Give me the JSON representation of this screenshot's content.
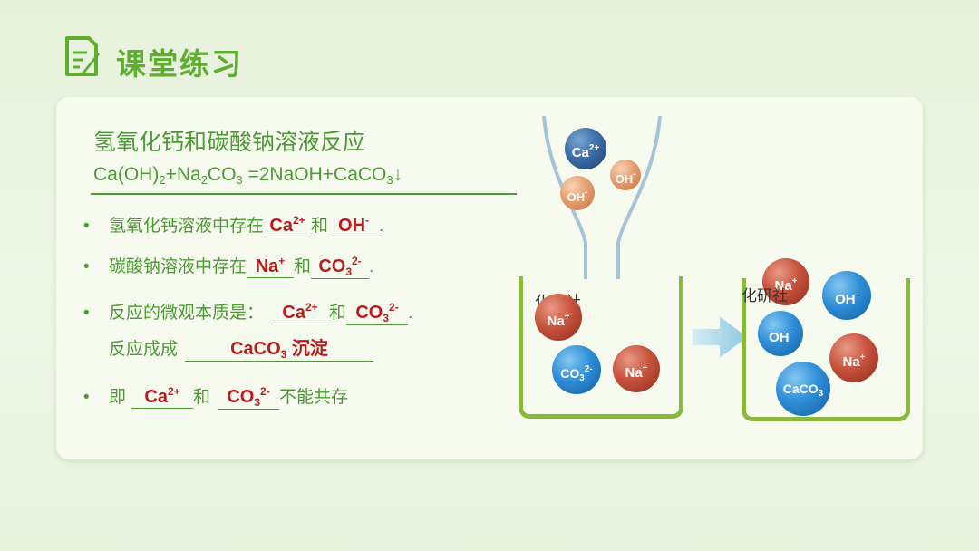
{
  "header": {
    "title": "课堂练习",
    "logo_icon": "notes-pencil-icon"
  },
  "content": {
    "heading": "氢氧化钙和碳酸钠溶液反应",
    "equation": {
      "part1": "Ca(OH)",
      "sub1": "2",
      "part2": "+Na",
      "sub2": "2",
      "part3": "CO",
      "sub3": "3",
      "part4": " =2NaOH+CaCO",
      "sub4": "3",
      "part5": "↓"
    },
    "bullet": "•",
    "q1": {
      "text": "氢氧化钙溶液中存在",
      "a1": "Ca",
      "a1_sup": "2+",
      "mid": "和",
      "a2": "OH",
      "a2_sup": "-",
      "end": "."
    },
    "q2": {
      "text": "碳酸钠溶液中存在",
      "a1": "Na",
      "a1_sup": "+",
      "mid": "和",
      "a2": "CO",
      "a2_sub": "3",
      "a2_sup": "2-",
      "end": "."
    },
    "q3": {
      "text": "反应的微观本质是：",
      "a1": "Ca",
      "a1_sup": "2+",
      "mid": "和",
      "a2": "CO",
      "a2_sub": "3",
      "a2_sup": "2-",
      "end": "."
    },
    "q3b": {
      "text": "反应成成",
      "a": "CaCO",
      "a_sub": "3",
      "a_tail": "  沉淀"
    },
    "q4": {
      "text": "即",
      "a1": "Ca",
      "a1_sup": "2+",
      "mid": "和",
      "a2": "CO",
      "a2_sub": "3",
      "a2_sup": "2-",
      "end": "不能共存"
    }
  },
  "diagram": {
    "watermark": "化研社",
    "funnel_ions": [
      {
        "label": "Ca",
        "sup": "2+",
        "color": "navy"
      },
      {
        "label": "OH",
        "sup": "-",
        "color": "orange"
      },
      {
        "label": "OH",
        "sup": "-",
        "color": "orange"
      }
    ],
    "left_beaker_ions": [
      {
        "label": "Na",
        "sup": "+",
        "color": "red"
      },
      {
        "label": "CO",
        "sub": "3",
        "sup": "2-",
        "color": "blue"
      },
      {
        "label": "Na",
        "sup": "+",
        "color": "red"
      }
    ],
    "right_beaker_ions": [
      {
        "label": "Na",
        "sup": "+",
        "color": "red"
      },
      {
        "label": "OH",
        "sup": "-",
        "color": "blue"
      },
      {
        "label": "OH",
        "sup": "-",
        "color": "blue"
      },
      {
        "label": "Na",
        "sup": "+",
        "color": "red"
      },
      {
        "label": "CaCO",
        "sub": "3",
        "color": "blue"
      }
    ],
    "arrow_icon": "right-arrow-icon"
  },
  "colors": {
    "accent": "#5fae2f",
    "text": "#4b9a33",
    "answer": "#b81c1c",
    "beaker": "#8ab83d"
  }
}
